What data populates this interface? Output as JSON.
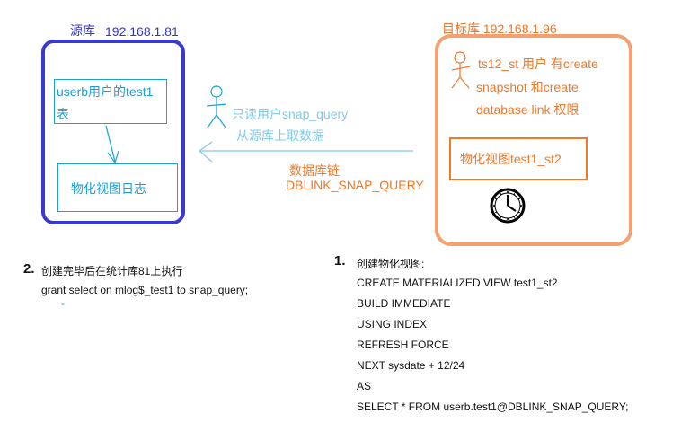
{
  "source": {
    "label": "源库",
    "ip": "192.168.1.81",
    "table_line1": "userb用户的test1",
    "table_line2": "表",
    "mview_log": "物化视图日志"
  },
  "user": {
    "line1": "只读用户snap_query",
    "line2": "从源库上取数据"
  },
  "dblink": {
    "line1": "数据库链",
    "line2": "DBLINK_SNAP_QUERY"
  },
  "target": {
    "label": "目标库 192.168.1.96",
    "desc_line1": "ts12_st 用户 有create",
    "desc_line2": "snapshot 和create",
    "desc_line3": "database link 权限",
    "mview": "物化视图test1_st2"
  },
  "step2": {
    "number": "2.",
    "title": "创建完毕后在统计库81上执行",
    "command": "grant select on mlog$_test1 to snap_query;",
    "dash": "-"
  },
  "step1": {
    "number": "1.",
    "title": "创建物化视图:",
    "lines": [
      "CREATE MATERIALIZED VIEW test1_st2",
      "BUILD IMMEDIATE",
      "USING INDEX",
      "REFRESH FORCE",
      "NEXT sysdate + 12/24",
      "AS",
      "SELECT * FROM userb.test1@DBLINK_SNAP_QUERY;"
    ]
  },
  "colors": {
    "source_border": "#3a3acc",
    "target_border": "#f4a070",
    "cyan": "#1aa0d8",
    "orange": "#f07828"
  },
  "icons": [
    "stick-figure-icon",
    "clock-icon",
    "arrow-icon"
  ]
}
